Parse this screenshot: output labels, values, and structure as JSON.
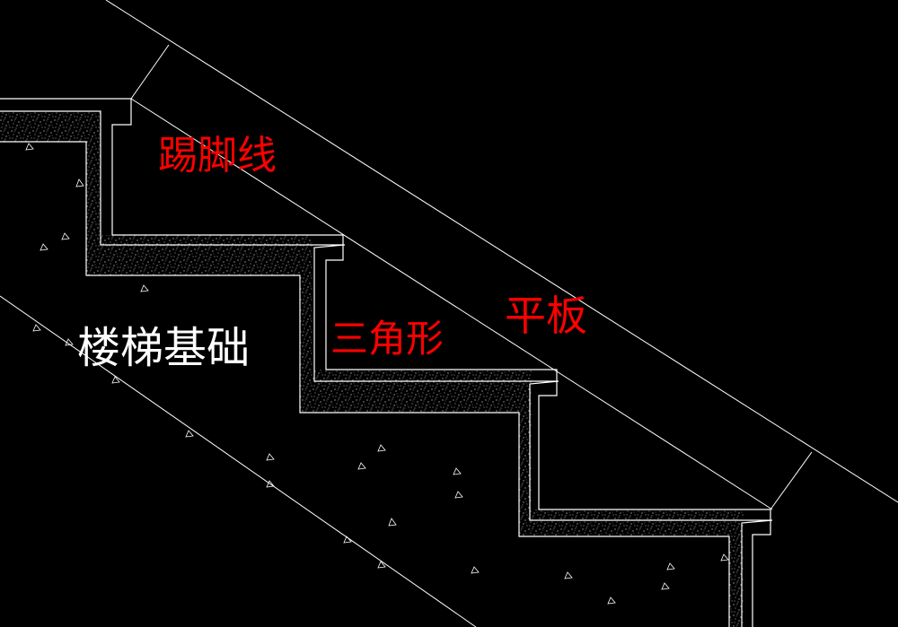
{
  "labels": {
    "skirting": "踢脚线",
    "flat_slab": "平板",
    "triangle": "三角形",
    "stair_foundation": "楼梯基础"
  },
  "colors": {
    "background": "#000000",
    "lines": "#ffffff",
    "concrete_speckle": "#e0e0e0",
    "label_red": "#ff0000",
    "label_white": "#ffffff"
  }
}
